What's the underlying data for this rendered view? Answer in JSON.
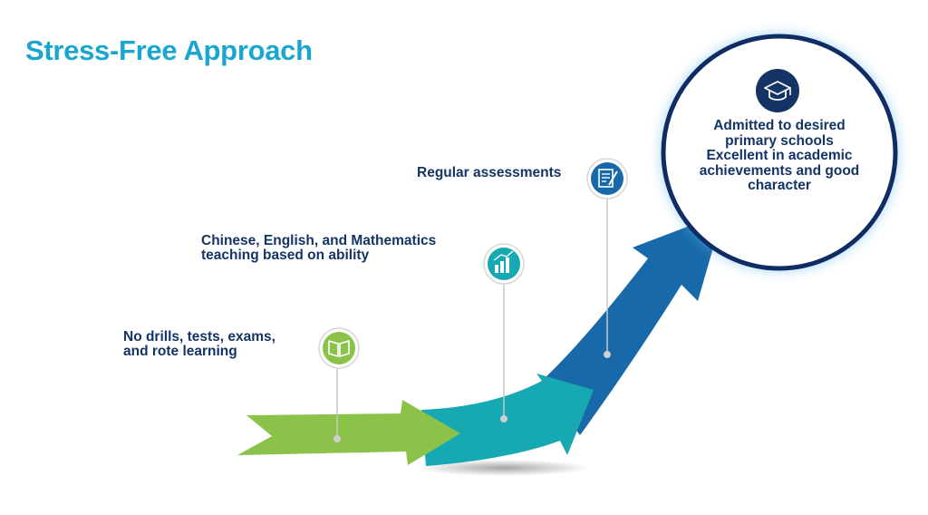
{
  "title": "Stress-Free Approach",
  "steps": [
    {
      "label_lines": [
        "No drills, tests, exams,",
        "and rote learning"
      ],
      "icon": "book-icon",
      "color": "#8bc34a"
    },
    {
      "label_lines": [
        "Chinese, English, and Mathematics",
        "teaching based on ability"
      ],
      "icon": "bar-chart-icon",
      "color": "#17a9b1"
    },
    {
      "label_lines": [
        "Regular assessments"
      ],
      "icon": "checklist-icon",
      "color": "#1769aa"
    }
  ],
  "goal": {
    "icon": "graduation-cap-icon",
    "lines": [
      "Admitted to desired",
      "primary schools",
      "Excellent in academic",
      "achievements and good",
      "character"
    ]
  },
  "colors": {
    "title": "#1aa6cf",
    "text": "#143466",
    "arrow_green": "#8bc34a",
    "arrow_teal": "#17a9b1",
    "arrow_blue": "#1769aa",
    "circle_border": "#0f2d64"
  }
}
